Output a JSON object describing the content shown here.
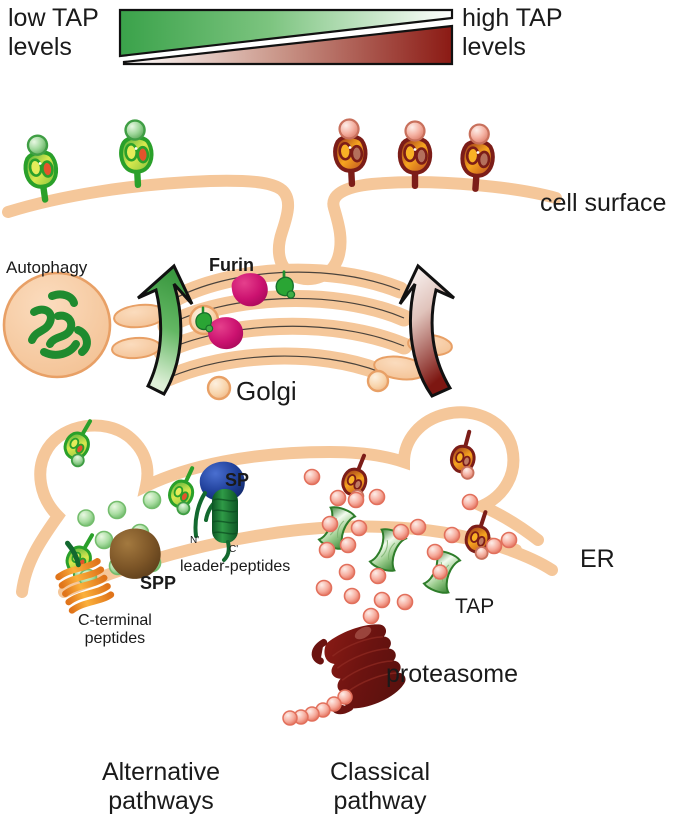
{
  "figure": {
    "title": "TAP-dependent and TAP-independent MHC class I antigen presentation pathways",
    "background": "#ffffff"
  },
  "gradient_legend": {
    "low_label": "low TAP\nlevels",
    "high_label": "high TAP\nlevels",
    "green_wedge": {
      "name": "low-tap-green-wedge",
      "direction": "thick-left-to-thin-right",
      "color_start": "#3faa4c",
      "color_end": "#ffffff"
    },
    "red_wedge": {
      "name": "high-tap-red-wedge",
      "direction": "thin-left-to-thick-right",
      "color_start": "#ffffff",
      "color_end": "#8b1a14"
    }
  },
  "labels": {
    "cell_surface": "cell surface",
    "autophagy": "Autophagy",
    "furin": "Furin",
    "golgi": "Golgi",
    "sp": "SP",
    "spp": "SPP",
    "leader_peptides": "leader-peptides",
    "n_terminus": "N'",
    "c_terminus": "C'",
    "c_terminal_peptides": "C-terminal\npeptides",
    "tap": "TAP",
    "er": "ER",
    "proteasome": "proteasome",
    "alternative_pathways": "Alternative\npathways",
    "classical_pathway": "Classical\npathway"
  },
  "colors": {
    "membrane": "#f5c79a",
    "membrane_light": "#fad9b8",
    "green_mhc_outline": "#2aa02a",
    "green_mhc_fill": "#d7e84a",
    "green_ball": "#8fd38f",
    "red_mhc_outline": "#7c1d18",
    "red_mhc_fill": "#f2a020",
    "red_ball": "#f5b3a5",
    "peptide_green": "#a8dda0",
    "peptide_red": "#f4a092",
    "furin_magenta": "#cc1270",
    "tap_green": "#4f9e3f",
    "proteasome_maroon": "#6e1410",
    "sp_blue": "#1f3f99",
    "spp_brown": "#7c5527",
    "helix_green": "#13692f",
    "helix_orange": "#f08a26",
    "arrow_green": "#4aa84a",
    "arrow_red": "#8b1a14",
    "text": "#1a1a1a"
  },
  "compartments": [
    {
      "name": "plasma-membrane",
      "label": "cell surface"
    },
    {
      "name": "golgi-stack",
      "label": "Golgi"
    },
    {
      "name": "autophagosome",
      "label": "Autophagy"
    },
    {
      "name": "endoplasmic-reticulum",
      "label": "ER"
    }
  ],
  "molecules": {
    "surface_green_mhc_count": 2,
    "surface_red_mhc_count": 3,
    "golgi_cisternae_count": 4,
    "furin_blob_count": 2,
    "golgi_green_mhc_count": 2,
    "tap_transporter_count": 3,
    "er_green_mhc_count": 3,
    "er_red_mhc_count": 3,
    "green_peptide_count": 9,
    "red_peptide_count": 22
  }
}
